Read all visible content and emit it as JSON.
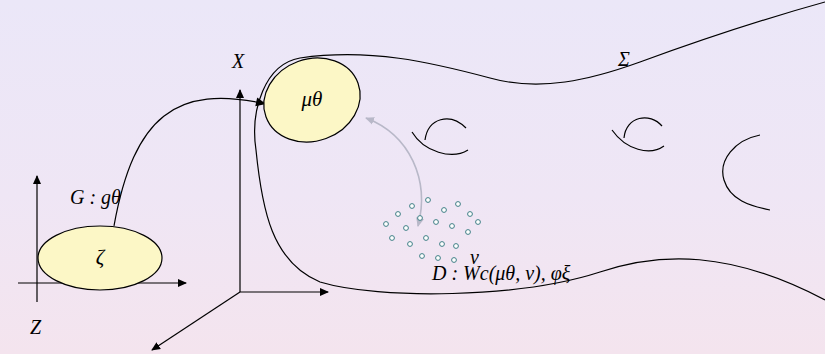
{
  "diagram": {
    "nodes": [
      {
        "text": [
          "ζ"
        ]
      },
      {
        "text": [
          "μθ"
        ]
      }
    ],
    "edges": [
      {
        "from": 0,
        "to": 1,
        "arrow": "to",
        "label": "G : gθ"
      }
    ],
    "labels": [
      "X",
      "Z",
      "Σ",
      "ν",
      "D : Wc(μθ, ν), φξ"
    ]
  }
}
